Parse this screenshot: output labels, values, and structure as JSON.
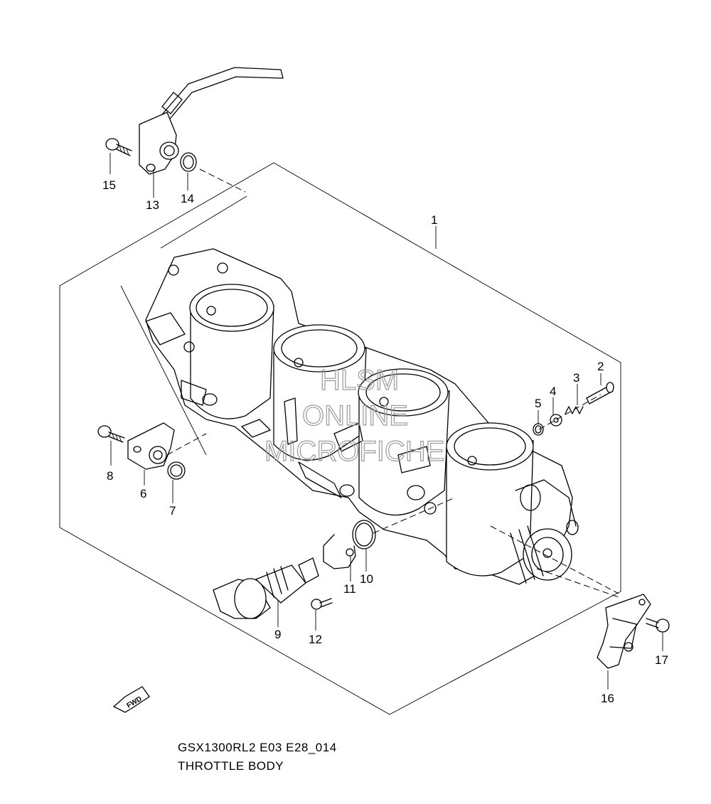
{
  "diagram": {
    "watermark": [
      "HLSM",
      "ONLINE",
      "MICROFICHE"
    ],
    "fwd_label": "FWD",
    "callouts": [
      {
        "id": "c1",
        "label": "1"
      },
      {
        "id": "c2",
        "label": "2"
      },
      {
        "id": "c3",
        "label": "3"
      },
      {
        "id": "c4",
        "label": "4"
      },
      {
        "id": "c5",
        "label": "5"
      },
      {
        "id": "c6",
        "label": "6"
      },
      {
        "id": "c7",
        "label": "7"
      },
      {
        "id": "c8",
        "label": "8"
      },
      {
        "id": "c9",
        "label": "9"
      },
      {
        "id": "c10",
        "label": "10"
      },
      {
        "id": "c11",
        "label": "11"
      },
      {
        "id": "c12",
        "label": "12"
      },
      {
        "id": "c13",
        "label": "13"
      },
      {
        "id": "c14",
        "label": "14"
      },
      {
        "id": "c15",
        "label": "15"
      },
      {
        "id": "c16",
        "label": "16"
      },
      {
        "id": "c17",
        "label": "17"
      }
    ]
  },
  "caption": {
    "line1": "GSX1300RL2 E03 E28_014",
    "line2": "THROTTLE BODY"
  }
}
